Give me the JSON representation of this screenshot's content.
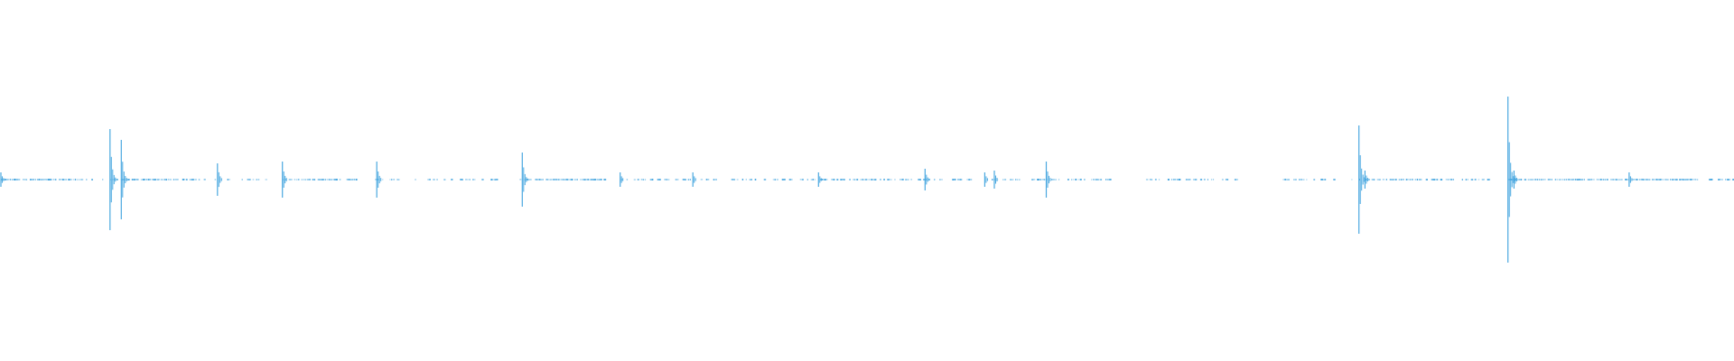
{
  "waveform": {
    "color": "#4aa8e0",
    "duration": 1.0,
    "amplitude_range": [
      -1,
      1
    ],
    "spikes": [
      {
        "t": 0.0,
        "amp": 0.04
      },
      {
        "t": 0.063,
        "amp": 0.28
      },
      {
        "t": 0.0695,
        "amp": 0.22
      },
      {
        "t": 0.125,
        "amp": 0.09
      },
      {
        "t": 0.1625,
        "amp": 0.1
      },
      {
        "t": 0.217,
        "amp": 0.1
      },
      {
        "t": 0.301,
        "amp": 0.15
      },
      {
        "t": 0.3575,
        "amp": 0.04
      },
      {
        "t": 0.3995,
        "amp": 0.04
      },
      {
        "t": 0.472,
        "amp": 0.04
      },
      {
        "t": 0.5335,
        "amp": 0.06
      },
      {
        "t": 0.568,
        "amp": 0.04
      },
      {
        "t": 0.5735,
        "amp": 0.05
      },
      {
        "t": 0.6035,
        "amp": 0.1
      },
      {
        "t": 0.784,
        "amp": 0.3
      },
      {
        "t": 0.7875,
        "amp": 0.05
      },
      {
        "t": 0.87,
        "amp": 0.46
      },
      {
        "t": 0.8735,
        "amp": 0.05
      },
      {
        "t": 0.94,
        "amp": 0.04
      }
    ],
    "segments": [
      {
        "start": 0.0,
        "end": 0.045,
        "density": 0.9
      },
      {
        "start": 0.046,
        "end": 0.06,
        "density": 0.3
      },
      {
        "start": 0.063,
        "end": 0.115,
        "density": 0.8
      },
      {
        "start": 0.115,
        "end": 0.155,
        "density": 0.3
      },
      {
        "start": 0.162,
        "end": 0.205,
        "density": 0.6
      },
      {
        "start": 0.216,
        "end": 0.3,
        "density": 0.3
      },
      {
        "start": 0.3,
        "end": 0.35,
        "density": 0.8
      },
      {
        "start": 0.357,
        "end": 0.382,
        "density": 0.4
      },
      {
        "start": 0.382,
        "end": 0.47,
        "density": 0.4
      },
      {
        "start": 0.472,
        "end": 0.56,
        "density": 0.6
      },
      {
        "start": 0.572,
        "end": 0.64,
        "density": 0.5
      },
      {
        "start": 0.66,
        "end": 0.72,
        "density": 0.4
      },
      {
        "start": 0.74,
        "end": 0.78,
        "density": 0.4
      },
      {
        "start": 0.784,
        "end": 0.86,
        "density": 0.6
      },
      {
        "start": 0.87,
        "end": 0.925,
        "density": 0.9
      },
      {
        "start": 0.925,
        "end": 0.98,
        "density": 0.8
      },
      {
        "start": 0.985,
        "end": 1.0,
        "density": 0.5
      }
    ]
  }
}
